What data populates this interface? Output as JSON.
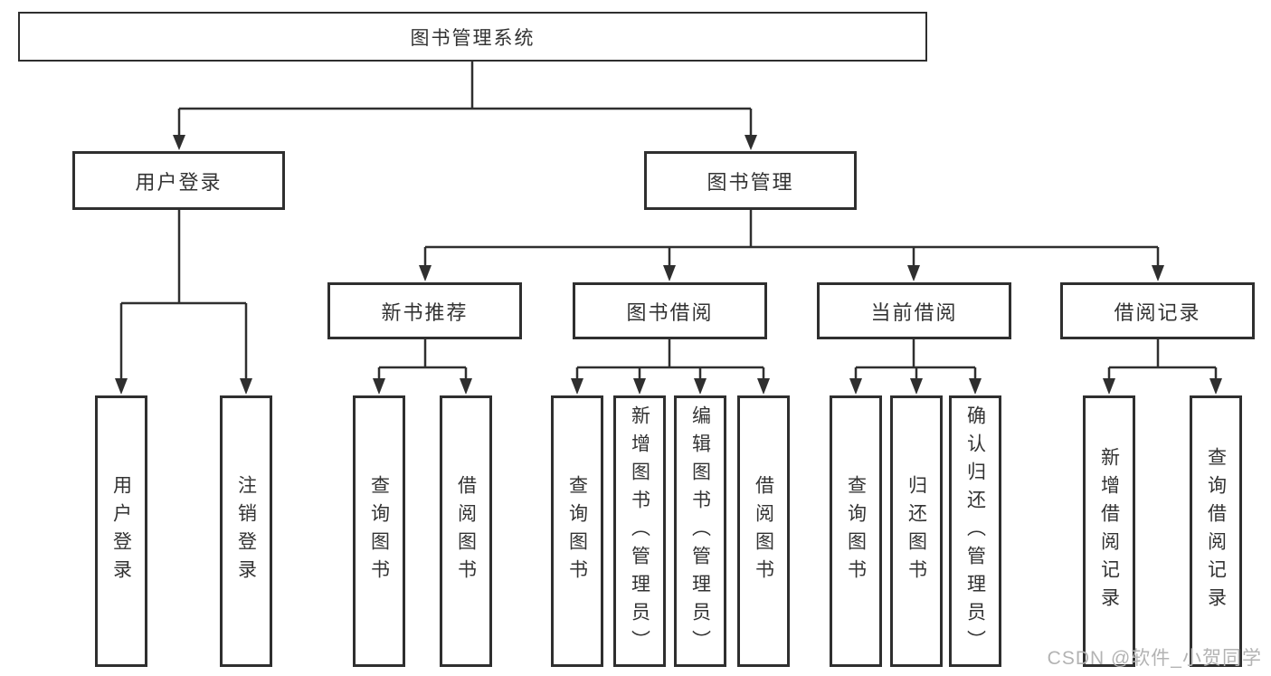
{
  "colors": {
    "line_color": "#2f2f2f",
    "border_color": "#2f2f2f",
    "box_bg": "#ffffff",
    "text_color": "#333333",
    "page_bg": "#ffffff",
    "watermark_color": "#b3b3b3"
  },
  "watermark": {
    "text": "CSDN @软件_小贺同学"
  },
  "diagram": {
    "type": "tree",
    "root": {
      "label": "图书管理系统"
    },
    "branches": [
      {
        "label": "用户登录",
        "children": [
          {
            "label": "用户登录"
          },
          {
            "label": "注销登录"
          }
        ]
      },
      {
        "label": "图书管理",
        "children": [
          {
            "label": "新书推荐",
            "children": [
              {
                "label": "查询图书"
              },
              {
                "label": "借阅图书"
              }
            ]
          },
          {
            "label": "图书借阅",
            "children": [
              {
                "label": "查询图书"
              },
              {
                "label": "新增图书（管理员）"
              },
              {
                "label": "编辑图书（管理员）"
              },
              {
                "label": "借阅图书"
              }
            ]
          },
          {
            "label": "当前借阅",
            "children": [
              {
                "label": "查询图书"
              },
              {
                "label": "归还图书"
              },
              {
                "label": "确认归还（管理员）"
              }
            ]
          },
          {
            "label": "借阅记录",
            "children": [
              {
                "label": "新增借阅记录"
              },
              {
                "label": "查询借阅记录"
              }
            ]
          }
        ]
      }
    ]
  }
}
